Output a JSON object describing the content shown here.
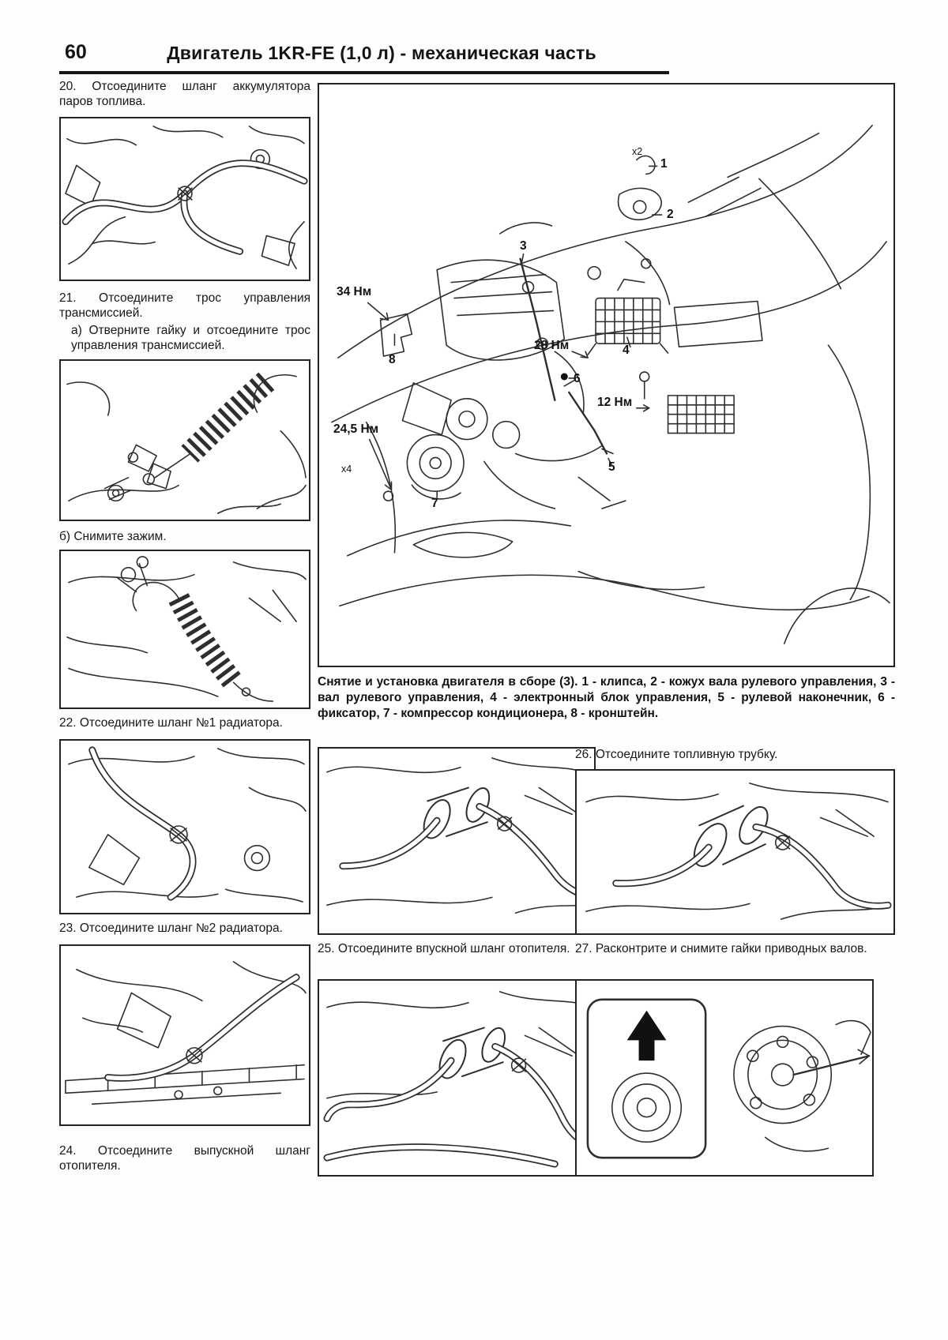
{
  "page": {
    "number": "60",
    "title": "Двигатель 1KR-FE (1,0 л) - механическая часть"
  },
  "steps": {
    "s20": "20. Отсоедините шланг аккумулятора паров топлива.",
    "s21": "21. Отсоедините трос управления трансмиссией.",
    "s21a": "а) Отверните гайку и отсоедините трос управления трансмиссией.",
    "s21b": "б) Снимите зажим.",
    "s22": "22. Отсоедините шланг №1 радиатора.",
    "s23": "23. Отсоедините шланг №2 радиатора.",
    "s24": "24. Отсоедините выпускной шланг отопителя.",
    "s25": "25. Отсоедините впускной шланг отопителя.",
    "s26": "26. Отсоедините топливную трубку.",
    "s27": "27. Расконтрите и снимите гайки приводных валов."
  },
  "diagram": {
    "caption": "Снятие и установка двигателя в сборе (3). 1 - клипса, 2 - кожух вала рулевого управления, 3 - вал рулевого управления, 4 - электронный блок управления, 5 - рулевой наконечник, 6 - фиксатор, 7 - компрессор кондиционера, 8 - кронштейн.",
    "labels": {
      "part1": "1",
      "part2": "2",
      "part3": "3",
      "part4": "4",
      "part5": "5",
      "part6": "6",
      "part7": "7",
      "part8": "8",
      "torque_34": "34 Нм",
      "torque_28": "28 Нм",
      "torque_12": "12 Нм",
      "torque_245": "24,5 Нм",
      "mult_x2": "х2",
      "mult_x4": "х4"
    }
  }
}
